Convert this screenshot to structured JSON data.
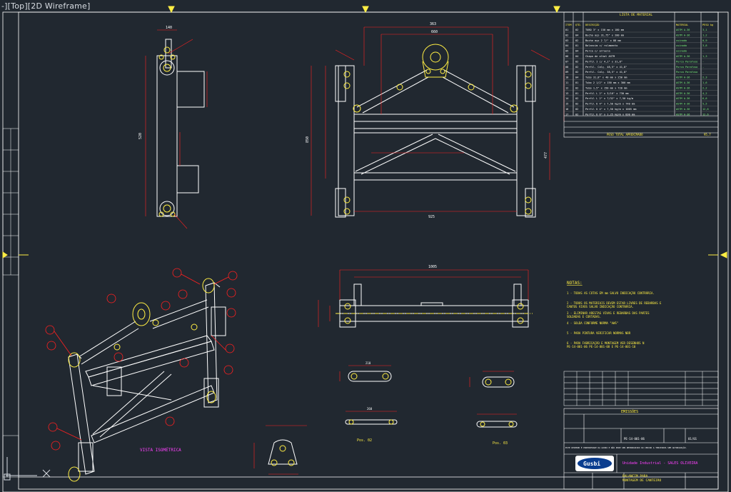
{
  "viewport": {
    "label": "-][Top][2D Wireframe]"
  },
  "bom": {
    "title": "LISTA DE MATERIAL",
    "headers": [
      "ITEM",
      "QTD.",
      "DESCRIÇÃO",
      "MATERIAL",
      "PESO kg"
    ],
    "rows": [
      [
        "01",
        "02",
        "TUBO 3\" x 150 mm x 180 mm",
        "ASTM A-36",
        "3,1"
      ],
      [
        "02",
        "04",
        "Bucha aço 31,75\" x 200 mm",
        "ASTM A-36",
        "1,2"
      ],
      [
        "03",
        "02",
        "Bucha aço 2 7/\" x 88 mm",
        "usinado",
        "0,9"
      ],
      [
        "04",
        "01",
        "Balancim c/ rolamento",
        "usinado",
        "3,8"
      ],
      [
        "05",
        "04",
        "Porca c/ arruela",
        "usinado",
        "-"
      ],
      [
        "06",
        "04",
        "Chapa de olhal ASTM",
        "ASTM A-36",
        "1,3"
      ],
      [
        "07",
        "02",
        "Perfil I c/ 4,1\" x 31,8\"",
        "Porca Parafuso",
        "-"
      ],
      [
        "08",
        "02",
        "Perfil. Calç. 48,5\" x 41,8\"",
        "Porca Parafuso",
        "-"
      ],
      [
        "09",
        "02",
        "Perfil. Calç. 38,5\" x 41,8\"",
        "Porca Parafuso",
        "-"
      ],
      [
        "10",
        "04",
        "Tubo 31,8\" x 40 mm x 250 mm",
        "ASTM A-36",
        "2,3"
      ],
      [
        "11",
        "01",
        "Tubo 2 1/2\" x 150 mm x 300 mm",
        "ASTM A-36",
        "1,6"
      ],
      [
        "12",
        "02",
        "Tubo 1,5\" x 150 mm x 720 mm",
        "ASTM A-36",
        "2,2"
      ],
      [
        "13",
        "01",
        "Perfil L 2\" x 3/16\" x 730 mm",
        "ASTM A-36",
        "4,2"
      ],
      [
        "14",
        "02",
        "Perfil L 2\" x 7/32\" x 7,50 kg/m",
        "ASTM A-36",
        "6,6"
      ],
      [
        "15",
        "02",
        "Perfil U 4\" x 7,50 kg/m x 740 mm",
        "ASTM A-36",
        "5,5"
      ],
      [
        "16",
        "02",
        "Perfil U 4\" x 7,50 kg/m x 1005 mm",
        "ASTM A-36",
        "12,6"
      ],
      [
        "17",
        "02",
        "Perfil U 6\" x 1,25 kg/m x 830 mm",
        "ASTM A-36",
        "12,6"
      ]
    ],
    "total_label": "PESO TOTAL APROXIMADO",
    "total_value": "95,7"
  },
  "notes": {
    "title": "NOTAS:",
    "items": [
      "1 - TODAS AS COTAS EM mm SALVO INDICAÇÃO CONTRÁRIA.",
      "2 - TODOS OS MATERIAIS DEVEM ESTAR LIVRES DE REBARBAS E CANTOS VIVOS SALVO INDICAÇÃO CONTRÁRIA.",
      "3 - ELIMINAR ARESTAS VIVAS E REBARBAS DAS PARTES SOLDADAS E CORTADAS.",
      "4 - SOLDA CONFORME NORMA \"AWS\"",
      "5 - PARA PINTURA VERIFICAR NORMAS NBR",
      "6 - PARA FABRICAÇÃO E MONTAGEM VER DESENHOS N PE-14-001-06 PE-14-001-08 E PE-14-001-10"
    ]
  },
  "views": {
    "isometric_label": "VISTA ISOMÉTRICA",
    "pos_02": "Pos. 02",
    "pos_03": "Pos. 03"
  },
  "dimensions": {
    "top_a": "363",
    "top_b": "660",
    "width_overall": "1005",
    "width_inner": "925",
    "height_side": "850",
    "height_inner": "477",
    "side_w": "140",
    "side_h": "520",
    "detail_a": "210",
    "detail_b": "260"
  },
  "title_block": {
    "emissoes": "EMISSÕES",
    "company": "Gusbi",
    "unit_text": "Unidade Industrial - SALES OLIVEIRA",
    "drawing_title": "BALANCIM PARA\nMONTAGEM DE CANTEIRO",
    "confidential": "ESTE DESENHO É PROPRIEDADE DA GUSBI E NÃO PODE SER REPRODUZIDO OU CEDIDO A TERCEIROS SEM AUTORIZAÇÃO.",
    "number": "PE-14-001-06",
    "sheet": "01/01"
  },
  "colors": {
    "background": "#212830",
    "frame": "#ffffff",
    "red": "#ff2020",
    "yellow": "#ffee44",
    "green": "#44ee44",
    "magenta": "#ff40ff",
    "cyan": "#40ffff"
  }
}
